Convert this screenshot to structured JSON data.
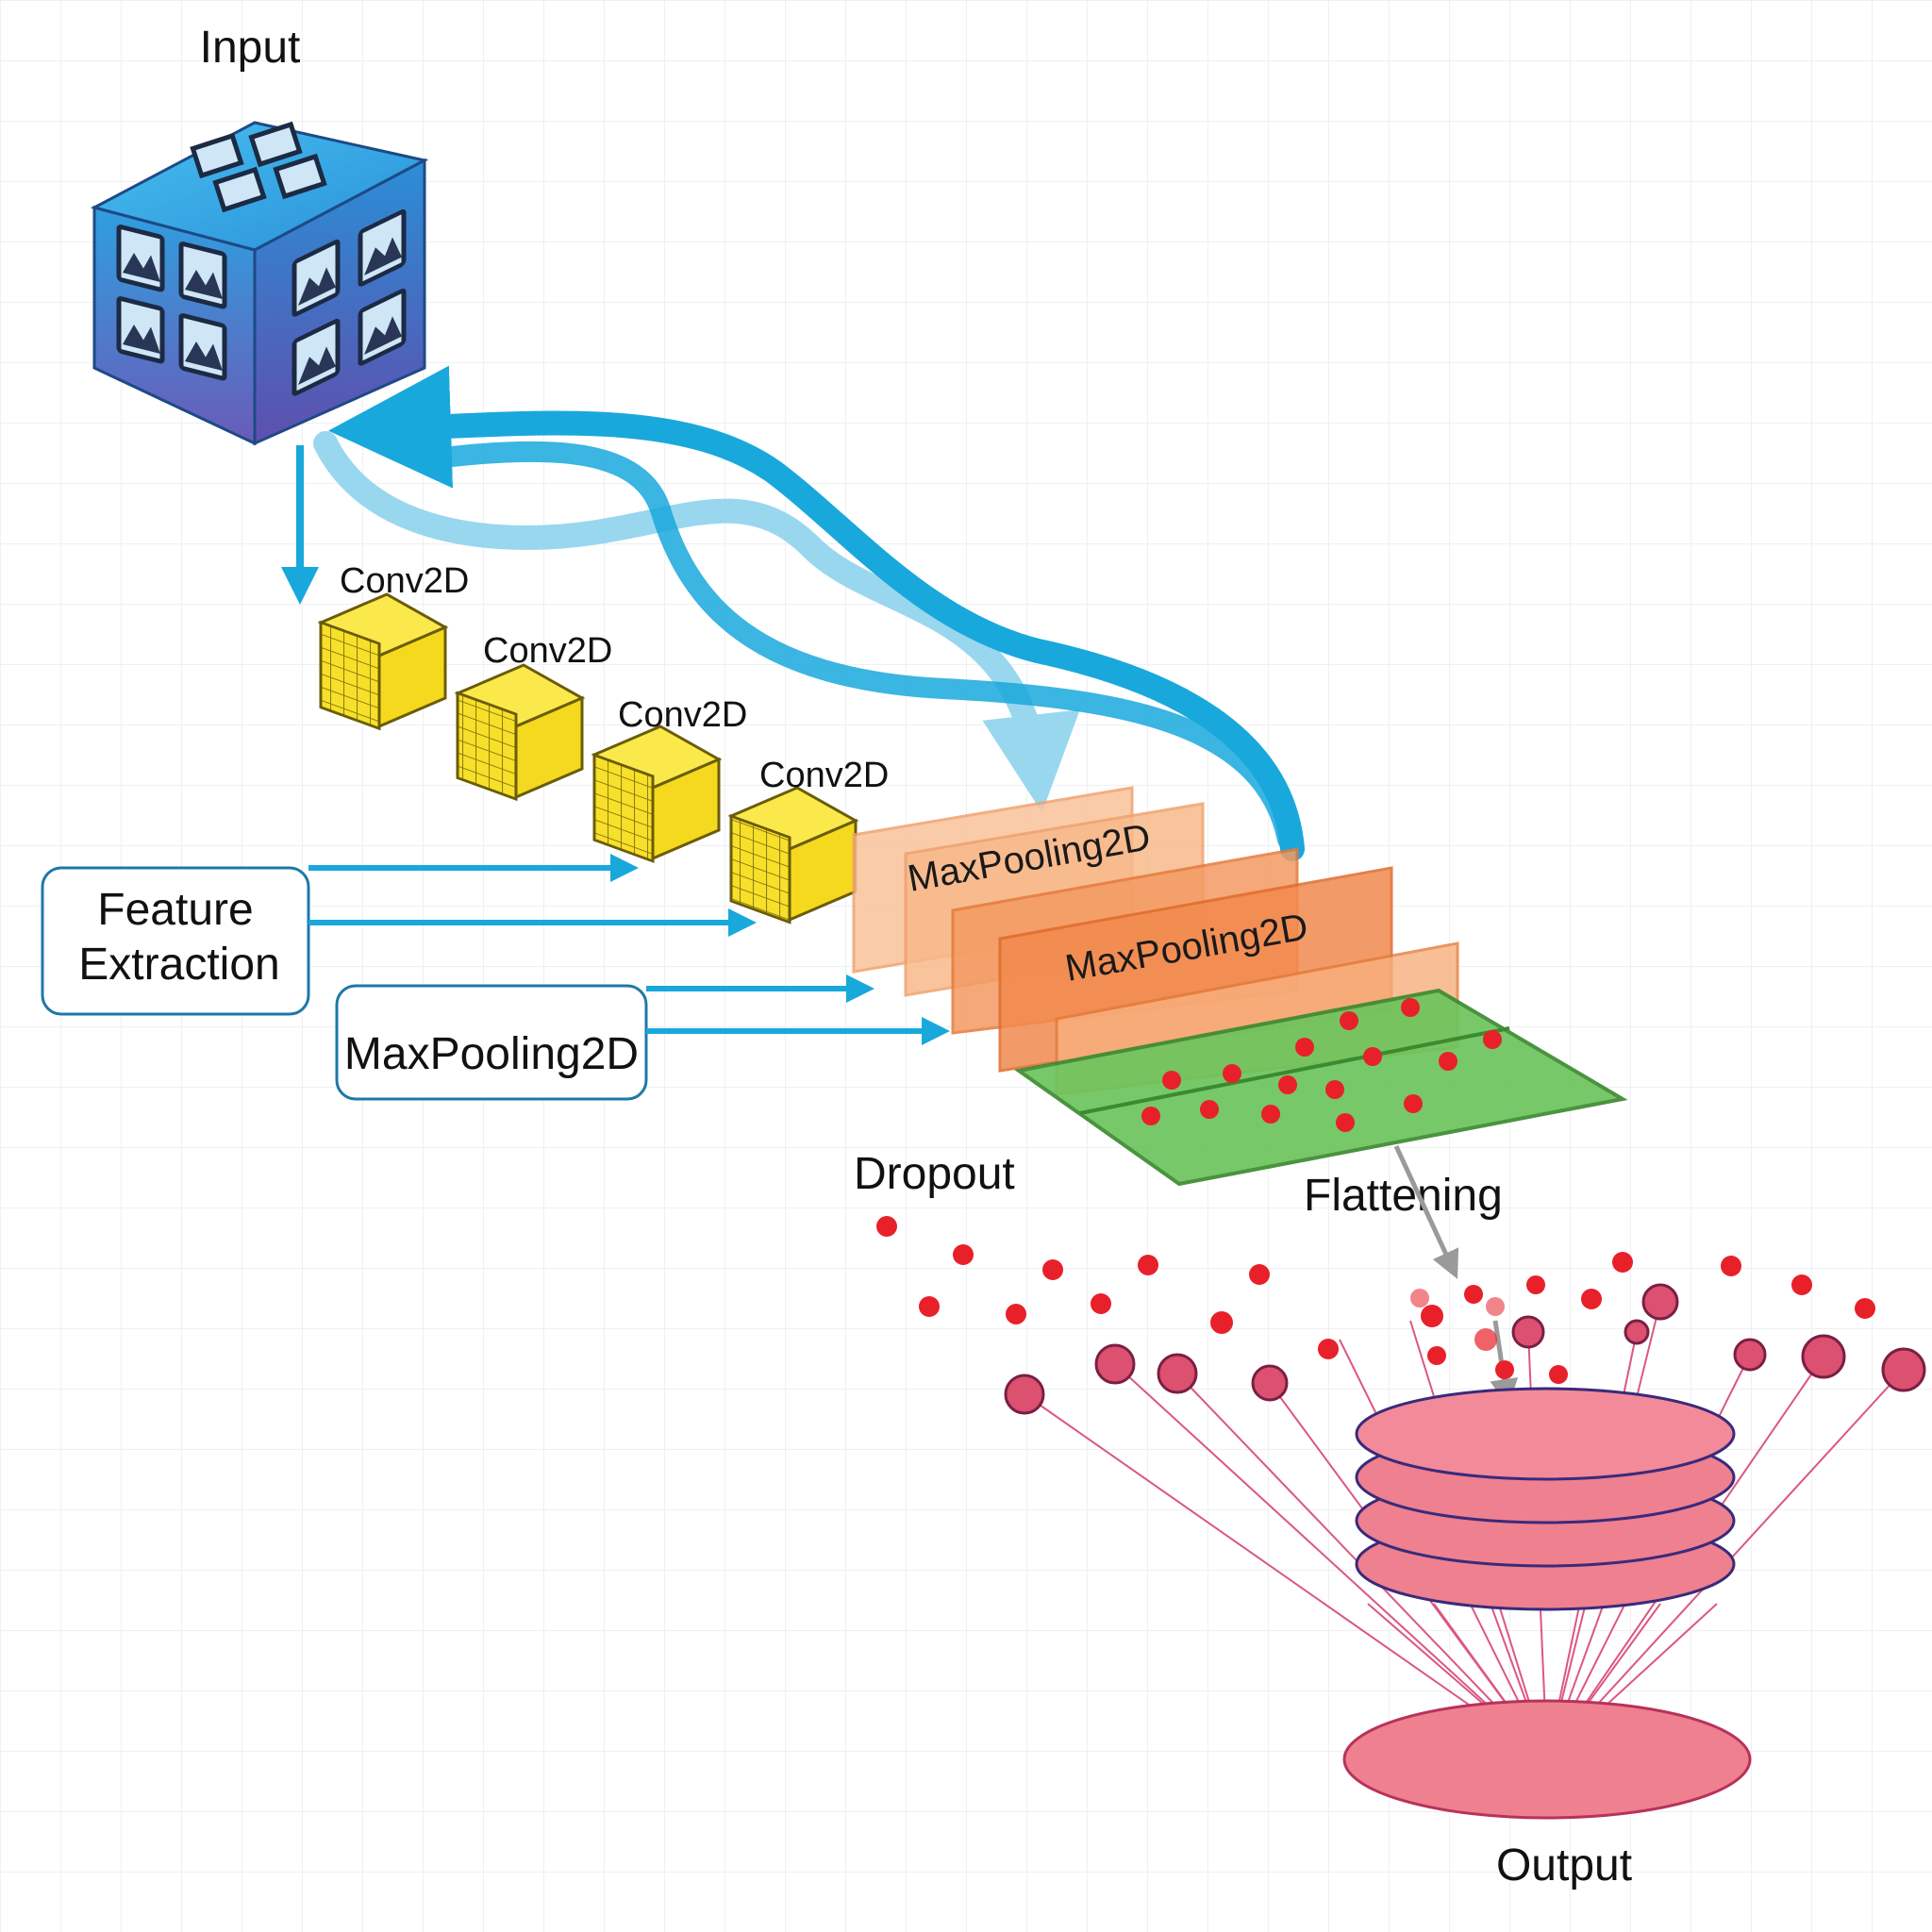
{
  "labels": {
    "input": "Input",
    "conv": [
      "Conv2D",
      "Conv2D",
      "Conv2D",
      "Conv2D"
    ],
    "maxpool_planes": [
      "MaxPooling2D",
      "MaxPooling2D"
    ],
    "feature_box": [
      "Feature",
      "Extraction"
    ],
    "maxpool_box": "MaxPooling2D",
    "dropout": "Dropout",
    "flattening": "Flattening",
    "output": "Output"
  },
  "colors": {
    "cube_top": "#2f9fe0",
    "cube_bottom": "#6a5bb8",
    "conv_yellow": "#f7e02a",
    "pool_light": "#f8b98a",
    "pool_dark": "#f28a4e",
    "flatten_green": "#6cc45c",
    "arrow_blue": "#19a8dc",
    "arrow_light": "#8fd3ee",
    "dot_red": "#e8202a",
    "disk_pink": "#ee8090",
    "line_pink": "#d63a6e"
  }
}
